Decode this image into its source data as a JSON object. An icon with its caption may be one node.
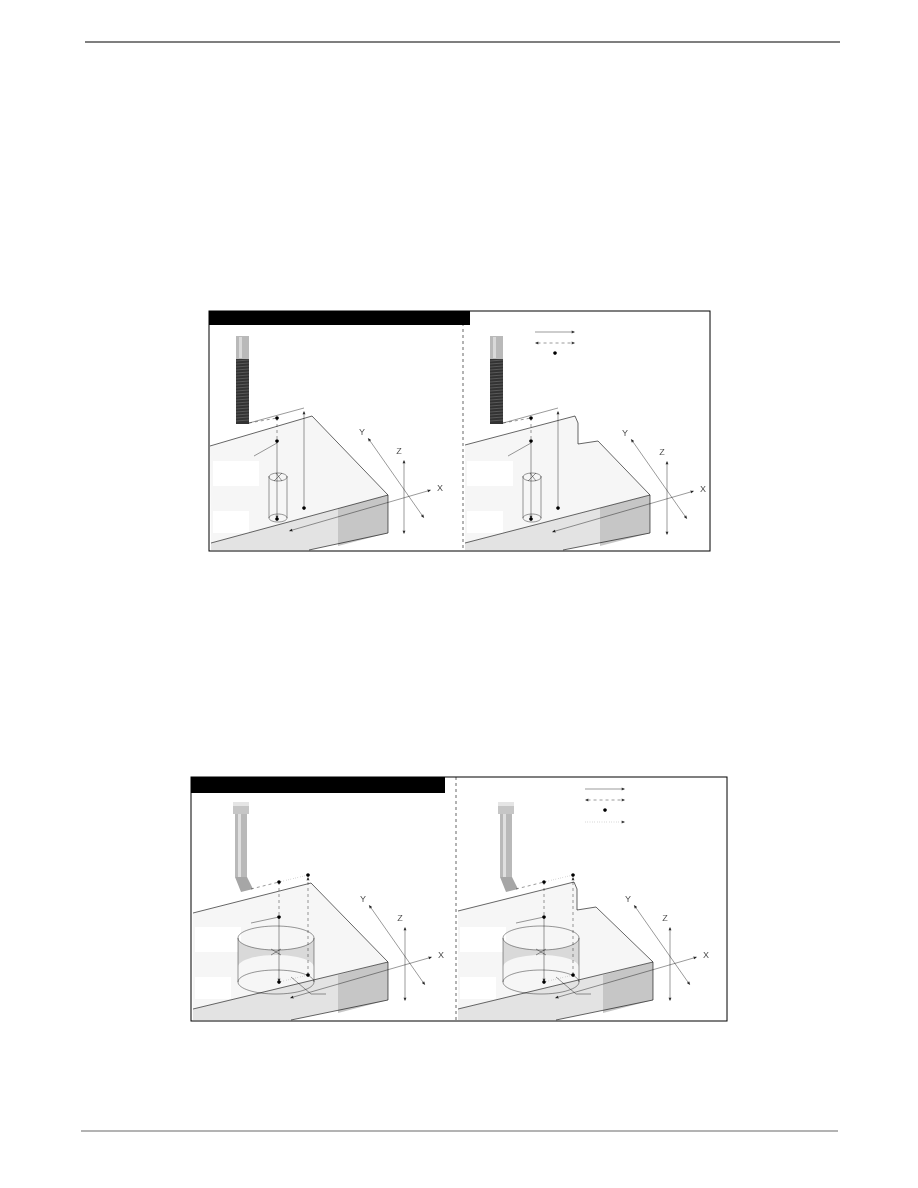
{
  "diagram": {
    "labels": [
      "Y",
      "Z",
      "X",
      "Y",
      "Z",
      "X",
      "Y",
      "Z",
      "X",
      "Y",
      "Z",
      "X"
    ]
  }
}
